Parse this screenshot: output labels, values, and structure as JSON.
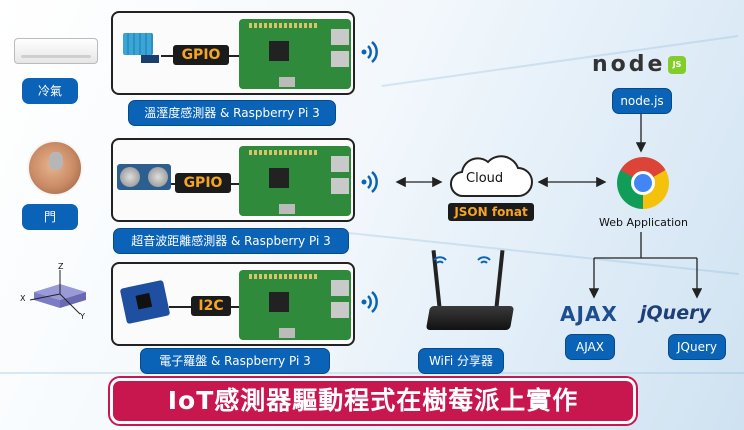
{
  "devices": [
    {
      "side_label": "冷氣",
      "bus": "GPIO",
      "caption": "溫溼度感測器 & Raspberry Pi 3"
    },
    {
      "side_label": "門",
      "bus": "GPIO",
      "caption": "超音波距離感測器 & Raspberry Pi 3"
    },
    {
      "side_label": "",
      "bus": "I2C",
      "caption": "電子羅盤 & Raspberry Pi 3"
    }
  ],
  "cloud": {
    "label": "Cloud",
    "format": "JSON fonat"
  },
  "router": {
    "label": "WiFi 分享器"
  },
  "server": {
    "logo_text": "node",
    "logo_badge": "JS",
    "label": "node.js"
  },
  "web_app": {
    "label": "Web Application"
  },
  "clients": [
    {
      "logo_text": "AJAX",
      "label": "AJAX"
    },
    {
      "logo_text": "jQuery",
      "label": "JQuery"
    }
  ],
  "axis_labels": {
    "z": "Z",
    "x": "X",
    "y": "Y"
  },
  "title": "IoT感測器驅動程式在樹莓派上實作",
  "colors": {
    "accent_blue": "#0b63b7",
    "banner_red": "#c8174f",
    "bus_text": "#f5a524",
    "board_green": "#2f8a3c"
  }
}
